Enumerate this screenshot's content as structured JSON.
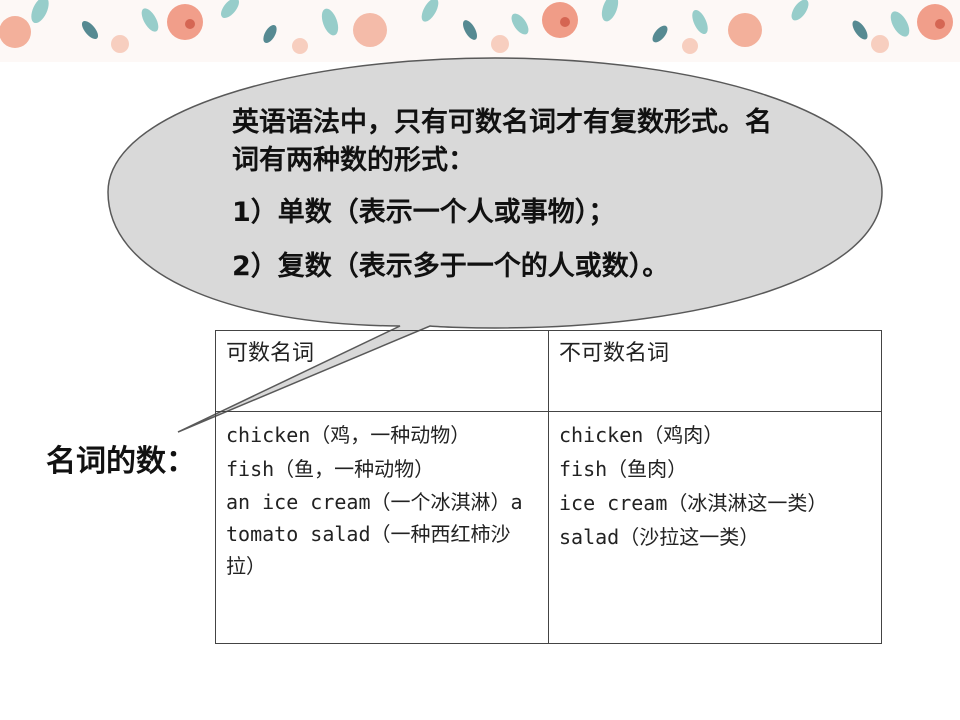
{
  "bubble": {
    "line1": "英语语法中，只有可数名词才有复数形式。名词有两种数的形式：",
    "line2": "1）单数（表示一个人或事物）；",
    "line3": "2）复数（表示多于一个的人或数）。"
  },
  "label": "名词的数：",
  "table": {
    "headers": [
      "可数名词",
      "不可数名词"
    ],
    "countable": [
      "chicken（鸡，一种动物）",
      "fish（鱼，一种动物）",
      "an ice cream（一个冰淇淋）a tomato salad（一种西红柿沙拉）"
    ],
    "uncountable": [
      "chicken（鸡肉）",
      "fish（鱼肉）",
      "ice cream（冰淇淋这一类）",
      "salad（沙拉这一类）"
    ]
  },
  "colors": {
    "bubble_fill": "#d9d9d9",
    "bubble_stroke": "#595959",
    "table_border": "#444444"
  }
}
